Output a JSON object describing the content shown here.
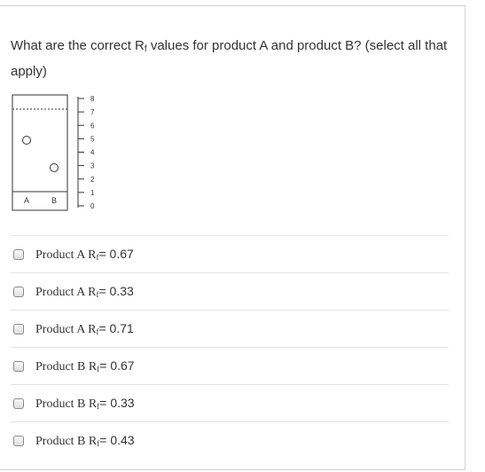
{
  "question": {
    "text_before": "What are the correct R",
    "sub": "f",
    "text_after": " values for product A and product B? (select all that apply)"
  },
  "diagram": {
    "lane_labels": [
      "A",
      "B"
    ],
    "ruler_labels": [
      "8",
      "7",
      "6",
      "5",
      "4",
      "3",
      "2",
      "1",
      "0"
    ]
  },
  "options": [
    {
      "product": "Product A R",
      "sub": "f",
      "eq": "= ",
      "value": "0.67",
      "checked": false
    },
    {
      "product": "Product A R",
      "sub": "f",
      "eq": "= ",
      "value": "0.33",
      "checked": false
    },
    {
      "product": "Product A R",
      "sub": "f",
      "eq": "= ",
      "value": "0.71",
      "checked": false
    },
    {
      "product": "Product B R",
      "sub": "f",
      "eq": "= ",
      "value": "0.67",
      "checked": false
    },
    {
      "product": "Product B R",
      "sub": "f",
      "eq": "= ",
      "value": "0.33",
      "checked": false
    },
    {
      "product": "Product B R",
      "sub": "f",
      "eq": "= ",
      "value": "0.43",
      "checked": false
    }
  ]
}
